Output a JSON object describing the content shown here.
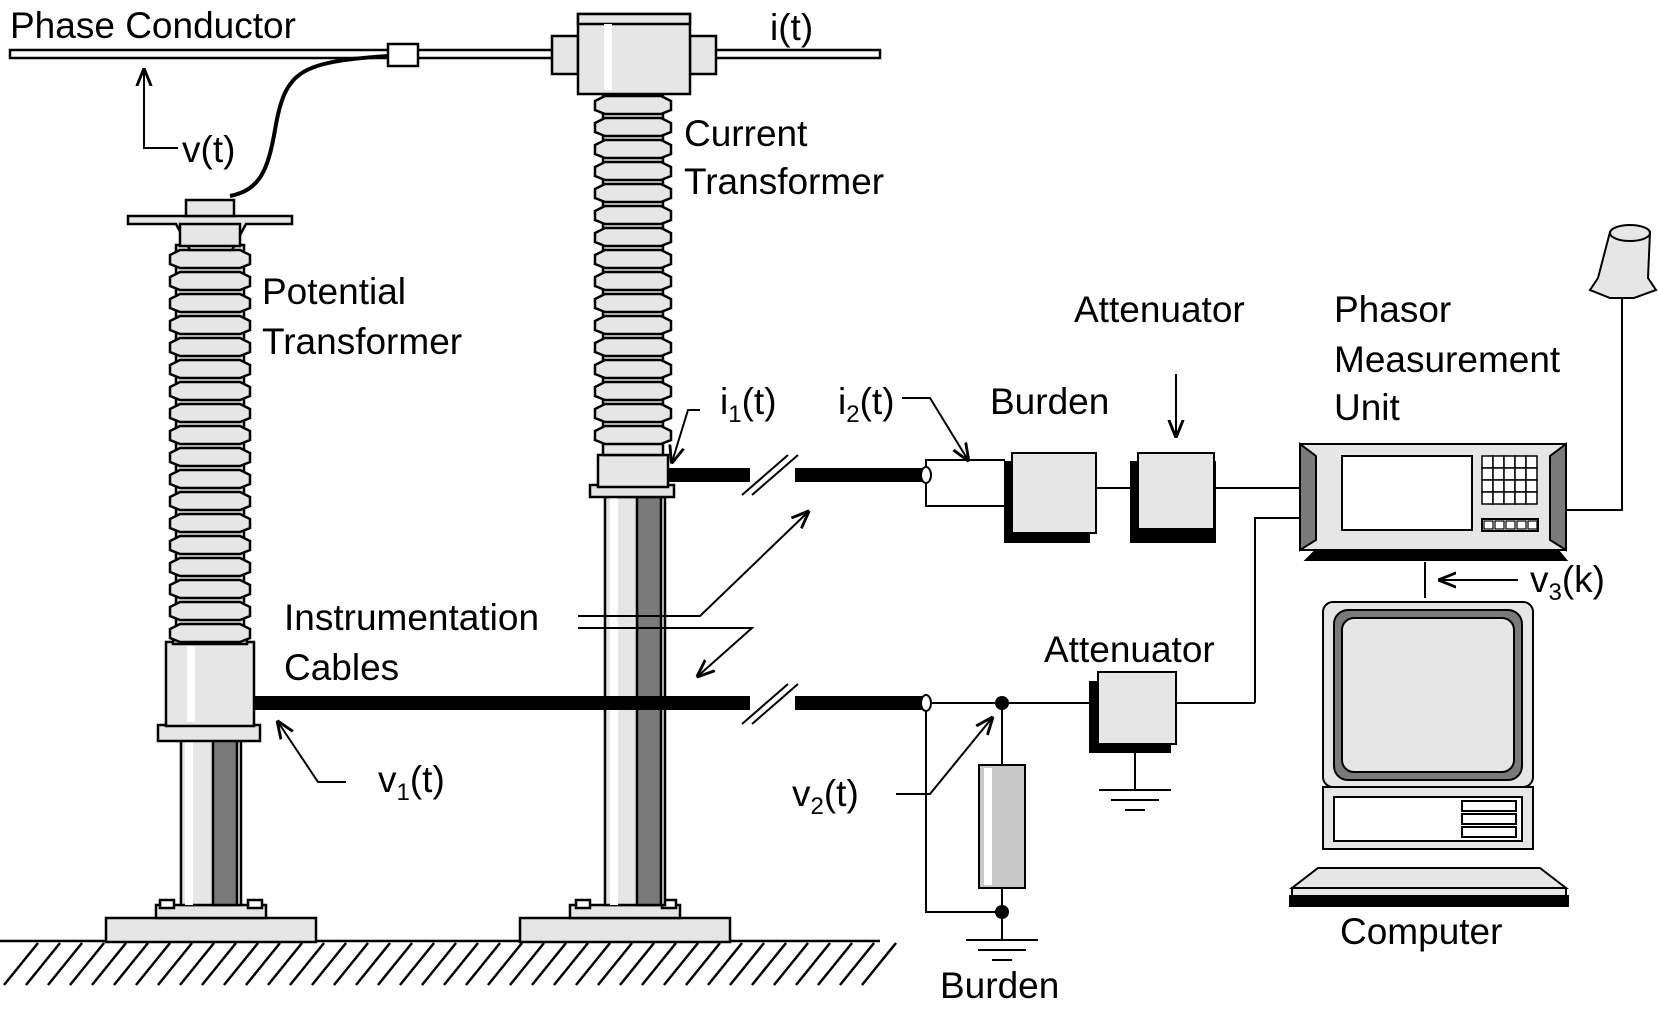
{
  "labels": {
    "phase_conductor": "Phase Conductor",
    "i_t": "i(t)",
    "v_t": "v(t)",
    "ct_line1": "Current",
    "ct_line2": "Transformer",
    "pt_line1": "Potential",
    "pt_line2": "Transformer",
    "i1": {
      "base": "i",
      "sub": "1",
      "tail": "(t)"
    },
    "i2": {
      "base": "i",
      "sub": "2",
      "tail": "(t)"
    },
    "v1": {
      "base": "v",
      "sub": "1",
      "tail": "(t)"
    },
    "v2": {
      "base": "v",
      "sub": "2",
      "tail": "(t)"
    },
    "v3": {
      "base": "v",
      "sub": "3",
      "tail": "(k)"
    },
    "burden_top": "Burden",
    "burden_bottom": "Burden",
    "attenuator_top": "Attenuator",
    "attenuator_bottom": "Attenuator",
    "pmu_line1": "Phasor",
    "pmu_line2": "Measurement",
    "pmu_line3": "Unit",
    "cables_line1": "Instrumentation",
    "cables_line2": "Cables",
    "computer": "Computer"
  },
  "colors": {
    "ink": "#000000",
    "light_gray": "#e6e6e6",
    "mid_gray": "#c8c8c8",
    "dark_gray": "#7a7a7a",
    "background": "#ffffff"
  }
}
